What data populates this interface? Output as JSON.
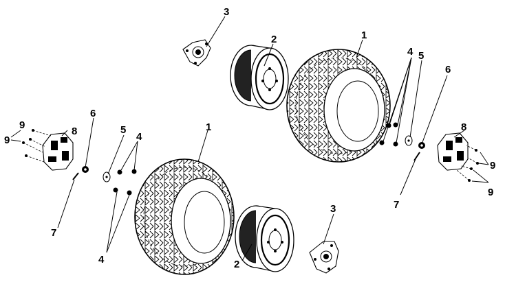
{
  "diagram": {
    "callouts": {
      "tire_upper": "1",
      "tire_lower": "1",
      "rim_upper": "2",
      "rim_lower": "2",
      "hub_upper": "3",
      "hub_lower": "3",
      "nut_set_upper": "4",
      "nut_set_lower": "4",
      "washer_upper": "5",
      "washer_lower": "5",
      "cotter_pin_right": "6",
      "cotter_pin_left": "6",
      "axle_nut_right": "7",
      "axle_nut_left": "7",
      "hub_cap_left": "8",
      "hub_cap_right": "8",
      "bolt_left_a": "9",
      "bolt_left_b": "9",
      "bolt_right_a": "9",
      "bolt_right_b": "9"
    }
  }
}
